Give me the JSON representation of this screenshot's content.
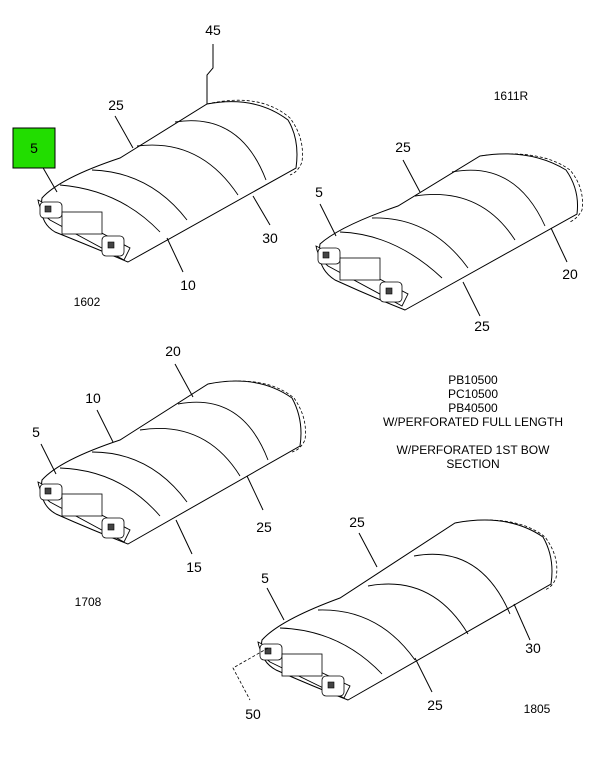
{
  "callouts": {
    "a45": "45",
    "a25": "25",
    "a5": "5",
    "a30": "30",
    "a10": "10",
    "b25_top": "25",
    "b5": "5",
    "b20": "20",
    "b25_bot": "25",
    "c20": "20",
    "c10": "10",
    "c5": "5",
    "c25": "25",
    "c15": "15",
    "d25": "25",
    "d5": "5",
    "d30": "30",
    "d50": "50",
    "d25_bot": "25"
  },
  "figure_ids": {
    "a": "1602",
    "b": "1611R",
    "c": "1708",
    "d": "1805"
  },
  "notes": [
    "PB10500",
    "PC10500",
    "PB40500",
    "W/PERFORATED FULL LENGTH",
    "",
    "W/PERFORATED 1ST BOW",
    "SECTION"
  ],
  "highlight_color": "#22dd00"
}
